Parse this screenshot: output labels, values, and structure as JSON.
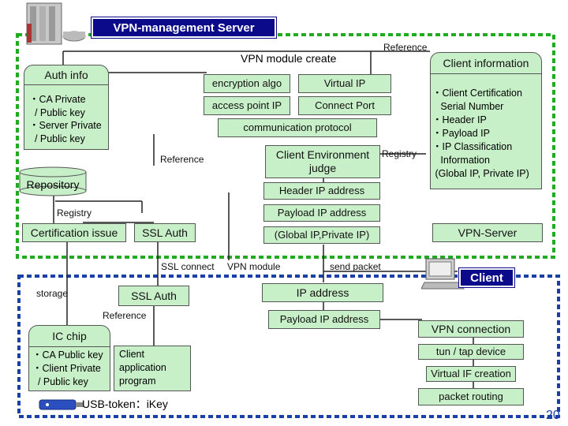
{
  "server": {
    "title": "VPN-management Server",
    "module_title": "VPN module create",
    "auth_info": {
      "title": "Auth info",
      "lines": [
        "・CA Private",
        "  / Public key",
        "・Server Private",
        "  / Public key"
      ]
    },
    "repository": "Repository",
    "module_params": [
      "encryption algo",
      "Virtual IP",
      "access point IP",
      "Connect Port",
      "communication protocol"
    ],
    "client_env_judge": "Client Environment\njudge",
    "header_ip": "Header IP address",
    "payload_ip": "Payload IP address",
    "global_private_ip": "(Global IP,Private IP)",
    "cert_issue": "Certification issue",
    "ssl_auth": "SSL Auth",
    "vpn_server": "VPN-Server",
    "client_info": {
      "title": "Client information",
      "lines": [
        "・Client Certification",
        "   Serial Number",
        "・Header IP",
        "・Payload IP",
        "・IP Classification",
        "   Information",
        " (Global IP, Private IP)"
      ]
    }
  },
  "labels": {
    "reference_top": "Reference",
    "reference_mid": "Reference",
    "reference_client": "Reference",
    "registry_left": "Registry",
    "registry_right": "Registry",
    "ssl_connect": "SSL connect",
    "vpn_module": "VPN module",
    "send_packet": "send packet",
    "storage": "storage"
  },
  "client": {
    "title": "Client",
    "ssl_auth": "SSL  Auth",
    "ip_address": "IP address",
    "payload_ip": "Payload IP address",
    "ic_chip": {
      "title": "IC chip",
      "lines": [
        "・CA Public key",
        "・Client Private",
        "  / Public key"
      ]
    },
    "app": "Client\napplication\nprogram",
    "usb_token": "USB-token：iKey",
    "vpn_connection": "VPN connection",
    "tun_tap": "tun / tap device",
    "virtual_if": "Virtual IF creation",
    "packet_routing": "packet routing"
  },
  "page_number": "20",
  "colors": {
    "box_fill": "#c8f0c8",
    "server_border": "#22aa22",
    "client_border": "#1a3fa6",
    "title_bg": "#0a0a8a",
    "title_text": "#ffffff"
  },
  "icons": [
    "server-computer-icon",
    "client-computer-icon",
    "usb-token-icon"
  ]
}
